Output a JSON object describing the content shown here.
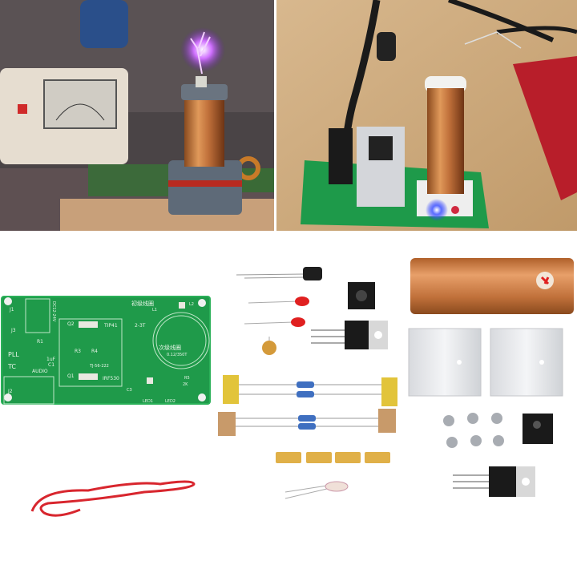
{
  "pcb": {
    "labels": {
      "j1": "J1",
      "j3": "J3",
      "q2": "Q2",
      "tip41": "TIP41",
      "primary_coil": "初级线圈",
      "l1": "L1",
      "l2": "L2",
      "turns": "2-3T",
      "secondary_coil": "次级线圈",
      "wire_spec": "0.12/350T",
      "r1": "R1",
      "r3": "R3",
      "r4": "R4",
      "c1": "C1",
      "c1_value": "1uF",
      "audio": "AUDIO",
      "pll": "PLL",
      "tc": "TC",
      "board_id": "TJ-56-222",
      "q1": "Q1",
      "irf530": "IRF530",
      "j2": "J2",
      "r5": "R5",
      "r5_value": "2K",
      "led1": "LED1",
      "led2": "LED2",
      "c3": "C3",
      "dc": "DC12-24V"
    }
  },
  "colors": {
    "pcb_green": "#1f9a4a",
    "copper": "#c8743a",
    "wire_red": "#d8262e",
    "heatsink": "#e4e6ea",
    "spark_purple": "#c85cf0"
  }
}
